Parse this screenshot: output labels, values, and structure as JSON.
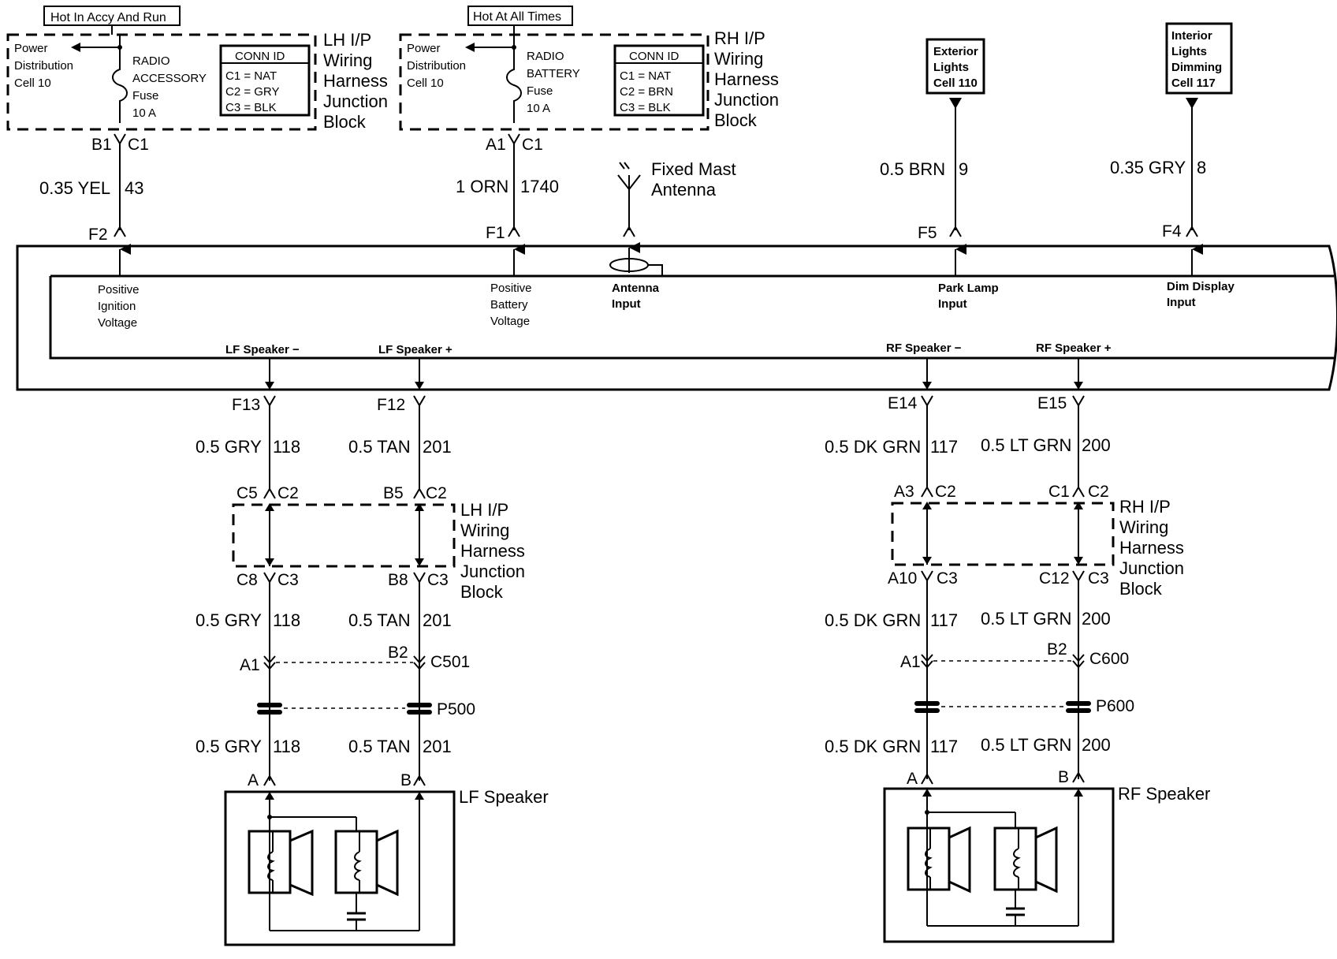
{
  "top": {
    "hot_accy_label": "Hot In Accy And Run",
    "hot_all_label": "Hot At All Times",
    "left_block": {
      "power_dist": [
        "Power",
        "Distribution",
        "Cell 10"
      ],
      "fuse": [
        "RADIO",
        "ACCESSORY",
        "Fuse",
        "10 A"
      ],
      "conn_id_title": "CONN ID",
      "conn_ids": [
        "C1 = NAT",
        "C2 = GRY",
        "C3 = BLK"
      ],
      "block_name": [
        "LH I/P",
        "Wiring",
        "Harness",
        "Junction",
        "Block"
      ],
      "pin_a": "B1",
      "pin_b": "C1"
    },
    "right_block": {
      "power_dist": [
        "Power",
        "Distribution",
        "Cell 10"
      ],
      "fuse": [
        "RADIO",
        "BATTERY",
        "Fuse",
        "10 A"
      ],
      "conn_id_title": "CONN ID",
      "conn_ids": [
        "C1 = NAT",
        "C2 = BRN",
        "C3 = BLK"
      ],
      "block_name": [
        "RH I/P",
        "Wiring",
        "Harness",
        "Junction",
        "Block"
      ],
      "pin_a": "A1",
      "pin_b": "C1"
    },
    "exterior_lights": [
      "Exterior",
      "Lights",
      "Cell 110"
    ],
    "interior_dimming": [
      "Interior",
      "Lights",
      "Dimming",
      "Cell 117"
    ]
  },
  "wires_top": {
    "ign_wire": "0.35 YEL",
    "ign_circuit": "43",
    "batt_wire": "1 ORN",
    "batt_circuit": "1740",
    "park_wire": "0.5 BRN",
    "park_circuit": "9",
    "dim_wire": "0.35 GRY",
    "dim_circuit": "8"
  },
  "antenna": {
    "label": [
      "Fixed Mast",
      "Antenna"
    ]
  },
  "radio_pins": {
    "f2": "F2",
    "f1": "F1",
    "f5": "F5",
    "f4": "F4",
    "f13": "F13",
    "f12": "F12",
    "e14": "E14",
    "e15": "E15"
  },
  "radio_labels": {
    "positive_ignition": [
      "Positive",
      "Ignition",
      "Voltage"
    ],
    "positive_battery": [
      "Positive",
      "Battery",
      "Voltage"
    ],
    "antenna_input": [
      "Antenna",
      "Input"
    ],
    "park_lamp_input": [
      "Park Lamp",
      "Input"
    ],
    "dim_display_input": [
      "Dim Display",
      "Input"
    ],
    "lf_minus": "LF Speaker −",
    "lf_plus": "LF Speaker +",
    "rf_minus": "RF Speaker −",
    "rf_plus": "RF Speaker +"
  },
  "left_speaker_circuit": {
    "w1_wire": "0.5 GRY",
    "w1_circ": "118",
    "w2_wire": "0.5 TAN",
    "w2_circ": "201",
    "jb_top_a": "C5",
    "jb_top_b": "C2",
    "jb_top_c": "B5",
    "jb_top_d": "C2",
    "jb_name": [
      "LH I/P",
      "Wiring",
      "Harness",
      "Junction",
      "Block"
    ],
    "jb_bot_a": "C8",
    "jb_bot_b": "C3",
    "jb_bot_c": "B8",
    "jb_bot_d": "C3",
    "conn_a1": "A1",
    "conn_b2": "B2",
    "conn_name": "C501",
    "plug_name": "P500",
    "spk_pin_a": "A",
    "spk_pin_b": "B",
    "speaker_name": "LF Speaker"
  },
  "right_speaker_circuit": {
    "w1_wire": "0.5 DK GRN",
    "w1_circ": "117",
    "w2_wire": "0.5 LT GRN",
    "w2_circ": "200",
    "jb_top_a": "A3",
    "jb_top_b": "C2",
    "jb_top_c": "C1",
    "jb_top_d": "C2",
    "jb_name": [
      "RH I/P",
      "Wiring",
      "Harness",
      "Junction",
      "Block"
    ],
    "jb_bot_a": "A10",
    "jb_bot_b": "C3",
    "jb_bot_c": "C12",
    "jb_bot_d": "C3",
    "conn_a1": "A1",
    "conn_b2": "B2",
    "conn_name": "C600",
    "plug_name": "P600",
    "spk_pin_a": "A",
    "spk_pin_b": "B",
    "speaker_name": "RF Speaker"
  }
}
